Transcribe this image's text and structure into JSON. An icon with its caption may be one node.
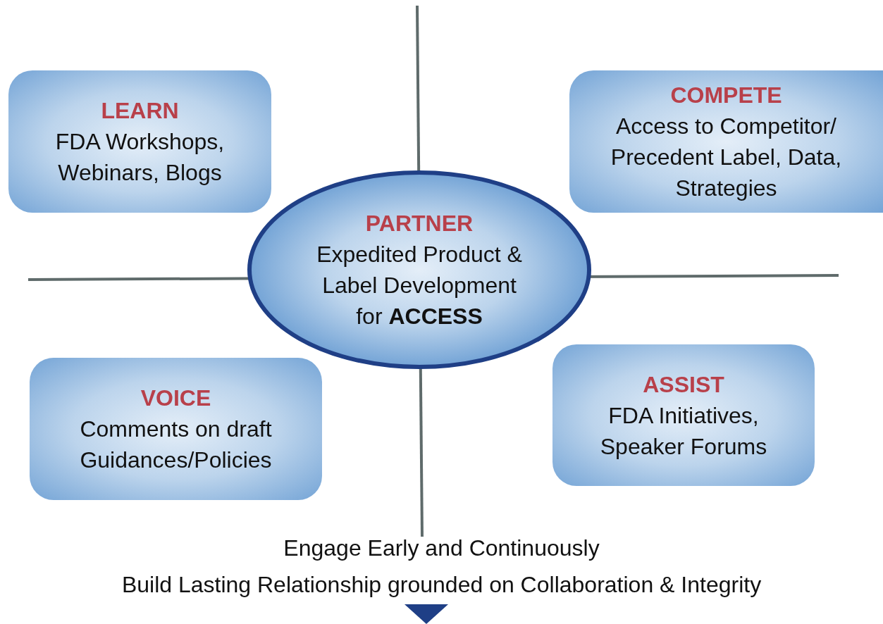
{
  "diagram": {
    "nodes": [
      {
        "text": [
          "LEARN",
          "FDA Workshops, Webinars, Blogs"
        ]
      },
      {
        "text": [
          "COMPETE",
          "Access to Competitor/ Precedent Label, Data, Strategies"
        ]
      },
      {
        "text": [
          "PARTNER",
          "Expedited Product & Label Development for **ACCESS**"
        ]
      },
      {
        "text": [
          "VOICE",
          "Comments on draft Guidances/Policies"
        ]
      },
      {
        "text": [
          "ASSIST",
          "FDA Initiatives, Speaker Forums"
        ]
      }
    ],
    "labels": [
      "Engage Early and Continuously",
      "Build Lasting Relationship grounded on Collaboration & Integrity"
    ]
  }
}
